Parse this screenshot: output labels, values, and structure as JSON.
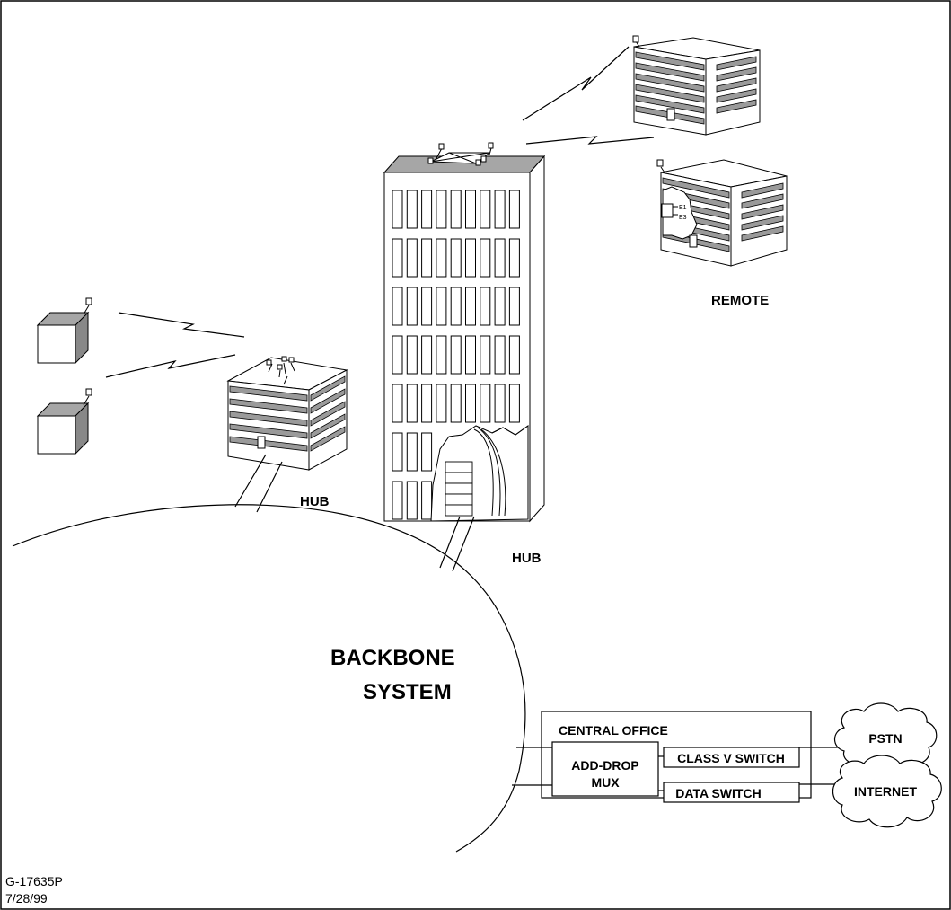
{
  "labels": {
    "remote": "REMOTE",
    "hub_left": "HUB",
    "hub_tower": "HUB",
    "backbone_line1": "BACKBONE",
    "backbone_line2": "SYSTEM",
    "central_office": "CENTRAL OFFICE",
    "add_drop_line1": "ADD-DROP",
    "add_drop_line2": "MUX",
    "class_v_switch": "CLASS V SWITCH",
    "data_switch": "DATA SWITCH",
    "pstn": "PSTN",
    "internet": "INTERNET",
    "e1": "E1",
    "e3": "E3",
    "drawing_number": "G-17635P",
    "drawing_date": "7/28/99"
  },
  "colors": {
    "line": "#000000",
    "building_roof": "#a6a6a6",
    "window_band": "#9a9a9a",
    "background": "#ffffff"
  }
}
